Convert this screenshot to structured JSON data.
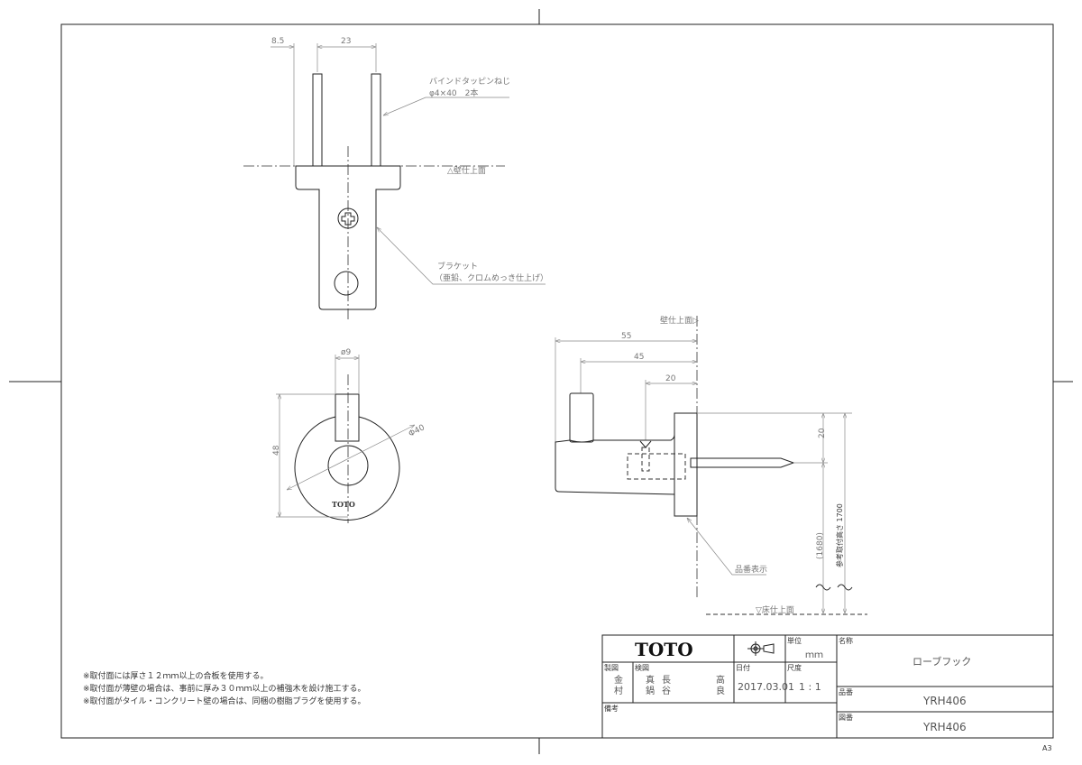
{
  "sheet_size": "A3",
  "top_view": {
    "dim_offset": "8.5",
    "dim_screw_pitch": "23",
    "screw_label_1": "バインドタッピンねじ",
    "screw_label_2": "φ4×40　2本",
    "wall_label": "△壁仕上面",
    "bracket_label_1": "ブラケット",
    "bracket_label_2": "（亜鉛、クロムめっき仕上げ）"
  },
  "front_view": {
    "dim_stem": "ø9",
    "dim_diameter": "Φ40",
    "dim_height": "48",
    "logo_text": "TOTO"
  },
  "side_view": {
    "wall_label": "壁仕上面▷",
    "dim_55": "55",
    "dim_45": "45",
    "dim_20_h": "20",
    "dim_20_v": "20",
    "dim_1680": "(1680)",
    "dim_1700": "参考取付高さ 1700",
    "part_number_label": "品番表示",
    "floor_label": "▽床仕上面"
  },
  "notes": [
    "※取付面には厚さ１２ｍｍ以上の合板を使用する。",
    "※取付面が薄壁の場合は、事前に厚み３０ｍｍ以上の補強木を設け施工する。",
    "※取付面がタイル・コンクリート壁の場合は、同梱の樹脂プラグを使用する。"
  ],
  "title_block": {
    "company": "TOTO",
    "unit_label": "単位",
    "unit_value": "ｍｍ",
    "drawn_label": "製図",
    "drawn_value_1": "金",
    "drawn_value_2": "村",
    "checked_label": "検図",
    "checked_values": [
      "真",
      "鍋",
      "長",
      "谷",
      "高",
      "良"
    ],
    "date_label": "日付",
    "date_value": "2017.03.01",
    "scale_label": "尺度",
    "scale_value": "1 : 1",
    "remarks_label": "備考",
    "name_label": "名称",
    "name_value": "ローブフック",
    "product_no_label": "品番",
    "product_no_value": "YRH406",
    "drawing_no_label": "図番",
    "drawing_no_value": "YRH406"
  }
}
